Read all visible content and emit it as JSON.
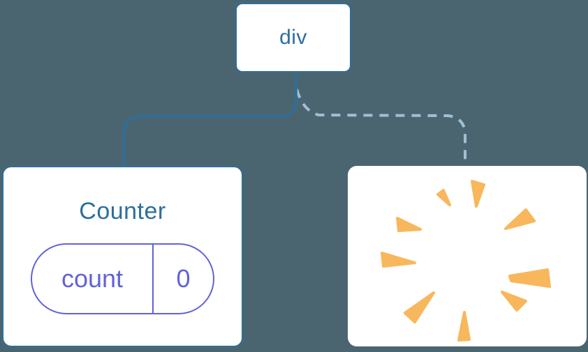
{
  "diagram": {
    "description": "component tree diagram with root div, Counter component with state, and removed (poof) component",
    "root_node": {
      "label": "div"
    },
    "counter_card": {
      "title": "Counter",
      "state_pill": {
        "key": "count",
        "value": "0"
      }
    },
    "poof_card": {
      "icon": "poof-burst-icon"
    },
    "links": {
      "left_link_style": "solid",
      "right_link_style": "dashed"
    },
    "colors": {
      "background": "#4B6570",
      "card_background": "#FFFFFF",
      "node_blue": "#2D6E9D",
      "title_blue": "#2B6E9C",
      "dashed_link_blue": "#9EC0D6",
      "state_purple": "#6262D9",
      "poof_orange": "#F8B75C"
    }
  }
}
